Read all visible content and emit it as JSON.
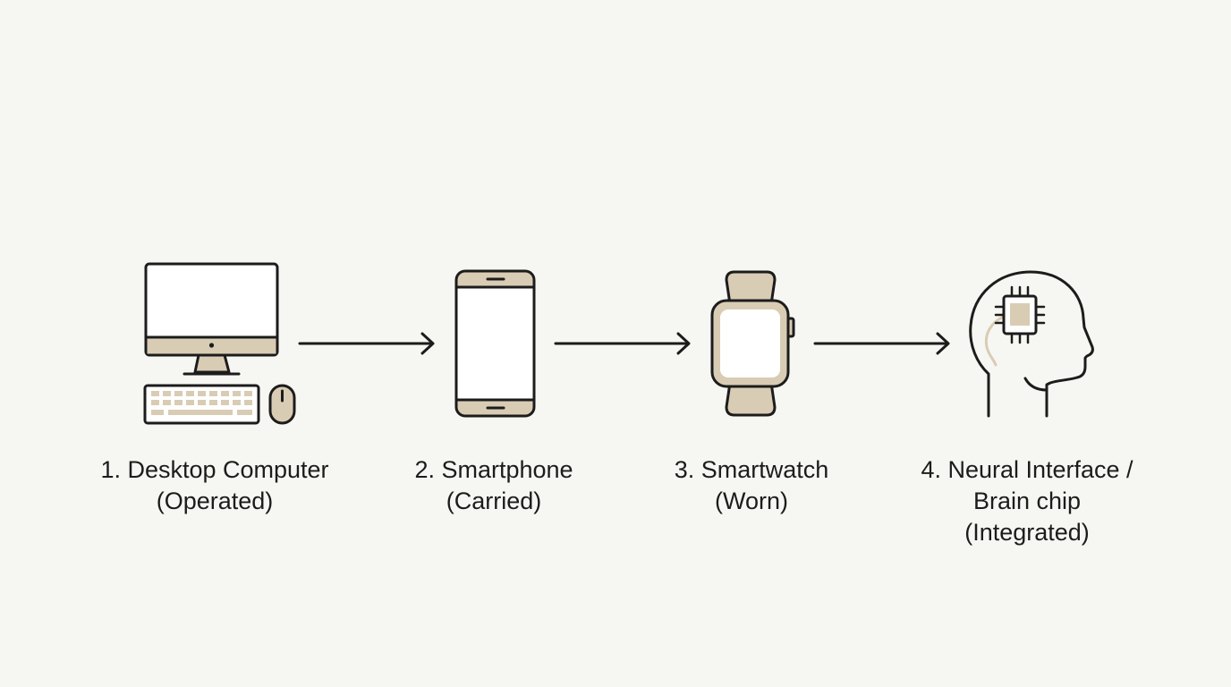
{
  "colors": {
    "background": "#f6f7f2",
    "stroke": "#1c1c1c",
    "accent": "#d9ccb4",
    "screen": "#ffffff"
  },
  "steps": [
    {
      "icon": "desktop-computer-icon",
      "lines": [
        "1. Desktop Computer",
        "(Operated)"
      ]
    },
    {
      "icon": "smartphone-icon",
      "lines": [
        "2. Smartphone",
        "(Carried)"
      ]
    },
    {
      "icon": "smartwatch-icon",
      "lines": [
        "3. Smartwatch",
        "(Worn)"
      ]
    },
    {
      "icon": "brain-chip-head-icon",
      "lines": [
        "4. Neural Interface /",
        "Brain chip",
        "(Integrated)"
      ]
    }
  ]
}
